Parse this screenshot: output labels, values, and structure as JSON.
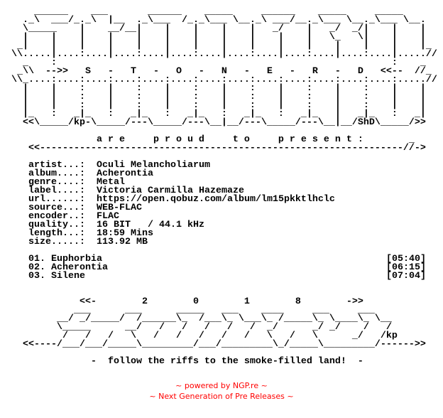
{
  "header_art": [
    "      ______    ___       ______    _____     ______    _____     _____",
    "    ._\\  ___/_._\\  |__  ._\\___  /_._\\___ \\__._\\ ___/__._\\___ \\__._\\___ \\__.",
    "    \\_____    |    __/__|    |    |    |    |   _/    |   _/  _/|    |    |",
    "    |    |    |    |    |    |    |    |    |    |    |   \\_   \\|    |    |",
    "   _|    |    |    |    |    |    |    |    |    |    |    |    |    |    |_",
    "  \\\\.....|....:....|....:....|....:....|....:....|....:....|....:....|.....//",
    "    _    :                                                           :    _",
    "   _\\\\  -->>   S   -   T   -   O   -   N   -   E   -   R   -   D   <<--  //_",
    "  \\\\_....:....:....:....:....:....:....:....:....:....:....:....:....:.....//",
    "    |    |    :    |    :    |    :    |    :    |    :    |    :    |    |",
    "    |    |    :    |    :    |    :    |    :    |    :    |    :    |    |",
    "    |    |    :    |    :    |    :    |    :    |    :    |    :    |    |",
    "    |_   :   _|_   :   _|_   :   _|_   :   _|_   :   _|_   |   _|_   :   _|",
    "    <<\\_____/kp-\\_____/---\\_____/---\\__|__/---\\_____/---\\__|__/ShD\\_____/>>"
  ],
  "present_line": "                 a r e     p r o u d     t o     p r e s e n t :        _",
  "divider_line": "     <<----------------------------------------------------------------//->",
  "info": [
    {
      "label": "artist...:",
      "value": "Oculi Melancholiarum"
    },
    {
      "label": "album....:",
      "value": "Acherontia"
    },
    {
      "label": "genre....:",
      "value": "Metal"
    },
    {
      "label": "label....:",
      "value": "Victoria Carmilla Hazemaze"
    },
    {
      "label": "url......:",
      "value": "https://open.qobuz.com/album/lm15pkktlhclc"
    },
    {
      "label": "source...:",
      "value": "WEB-FLAC"
    },
    {
      "label": "encoder..:",
      "value": "FLAC"
    },
    {
      "label": "quality..:",
      "value": "16 BIT   / 44.1 kHz"
    },
    {
      "label": "length...:",
      "value": "18:59 Mins"
    },
    {
      "label": "size.....:",
      "value": "113.92 MB"
    }
  ],
  "tracks": [
    {
      "title": "01. Euphorbia",
      "duration": "[05:40]"
    },
    {
      "title": "02. Acherontia",
      "duration": "[06:15]"
    },
    {
      "title": "03. Silene",
      "duration": "[07:04]"
    }
  ],
  "footer_art": [
    "              <<-        2        0        1        8        ->>",
    "             ___      ___      _____   ___    ____     ___     ___",
    "          __/ _/_____/  /______\\_  /___\\_ \\___\\_ /_____\\_ \\____\\_ \\__",
    "          \\_____      __/   /   /   /   /   /  _/      _/ _/    /   /",
    "           /   /   /   \\   /   /   /   /   /   \\   /   \\      _/   /kp",
    "    <<----/___/___/_____\\_________/___/_________\\_/_____\\_________/------>>"
  ],
  "tagline": "                -  follow the riffs to the smoke-filled land!  -",
  "footer": {
    "powered": "~ powered by NGP.re ~",
    "next_gen": "~ Next Generation of Pre Releases ~",
    "color": "#ff0000"
  }
}
